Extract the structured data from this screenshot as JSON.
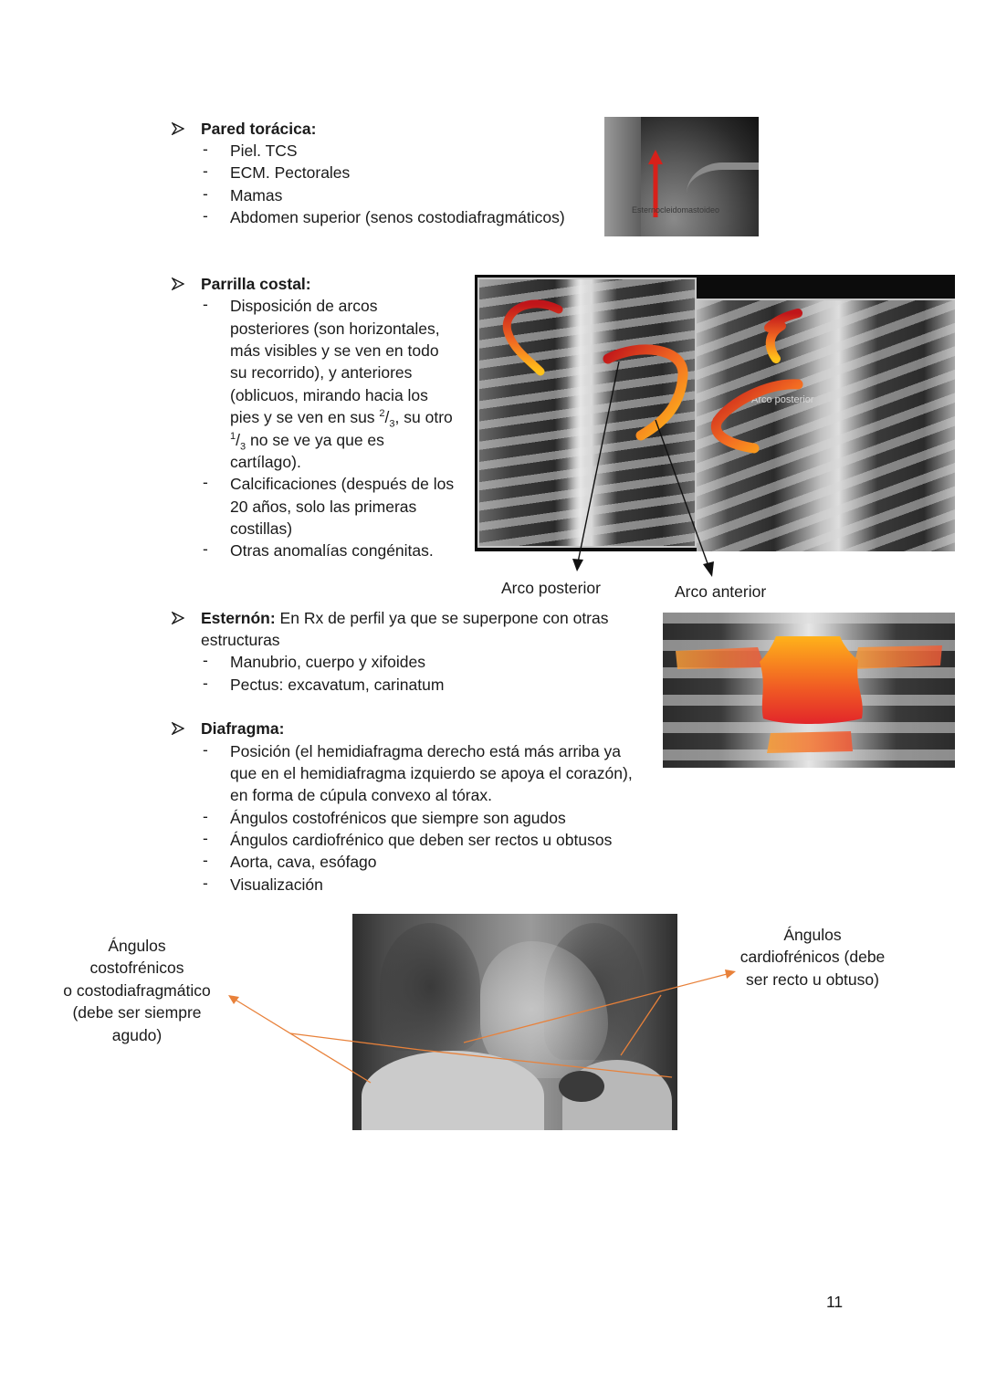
{
  "pared": {
    "heading": "Pared torácica:",
    "items": [
      "Piel. TCS",
      "ECM. Pectorales",
      "Mamas",
      "Abdomen superior (senos costodiafragmáticos)"
    ],
    "image_label": "Esternocleidomastoideo"
  },
  "parrilla": {
    "heading": "Parrilla costal:",
    "item1_lines": [
      "Disposición de arcos",
      "posteriores (son horizontales,",
      "más visibles y se ven en todo",
      "su recorrido), y anteriores",
      "(oblicuos, mirando hacia los"
    ],
    "item1_line6_pre": "pies y se ven en sus ",
    "item1_line6_sup": "2",
    "item1_line6_slash": "/",
    "item1_line6_sub": "3",
    "item1_line6_post": ", su otro",
    "item1_line7_sup": "1",
    "item1_line7_slash": "/",
    "item1_line7_sub": "3",
    "item1_line7_post": " no se ve ya que es",
    "item1_line8": "cartílago).",
    "item2_lines": [
      "Calcificaciones (después de los",
      "20 años, solo las primeras",
      "costillas)"
    ],
    "item3": "Otras anomalías congénitas.",
    "image_label": "Arco posterior",
    "caption_posterior": "Arco posterior",
    "caption_anterior": "Arco anterior"
  },
  "esternon": {
    "heading": "Esternón:",
    "intro": " En Rx de perfil ya que se superpone con otras",
    "intro_line2": "estructuras",
    "items": [
      "Manubrio, cuerpo y xifoides",
      "Pectus: excavatum, carinatum"
    ]
  },
  "diafragma": {
    "heading": "Diafragma:",
    "item1_lines": [
      "Posición (el hemidiafragma derecho está más arriba ya",
      "que en el hemidiafragma izquierdo se apoya el corazón),",
      "en forma de cúpula convexo al tórax."
    ],
    "items": [
      "Ángulos costofrénicos que siempre son agudos",
      "Ángulos cardiofrénico que deben ser rectos u obtusos",
      "Aorta, cava, esófago",
      "Visualización"
    ]
  },
  "annot_left": [
    "Ángulos",
    "costofrénicos",
    "o costodiafragmático",
    "(debe ser siempre",
    "agudo)"
  ],
  "annot_right": [
    "Ángulos",
    "cardiofrénicos (debe",
    "ser recto u obtuso)"
  ],
  "page_number": "11",
  "colors": {
    "accent_orange": "#e8813a",
    "text": "#1a1a1a"
  }
}
